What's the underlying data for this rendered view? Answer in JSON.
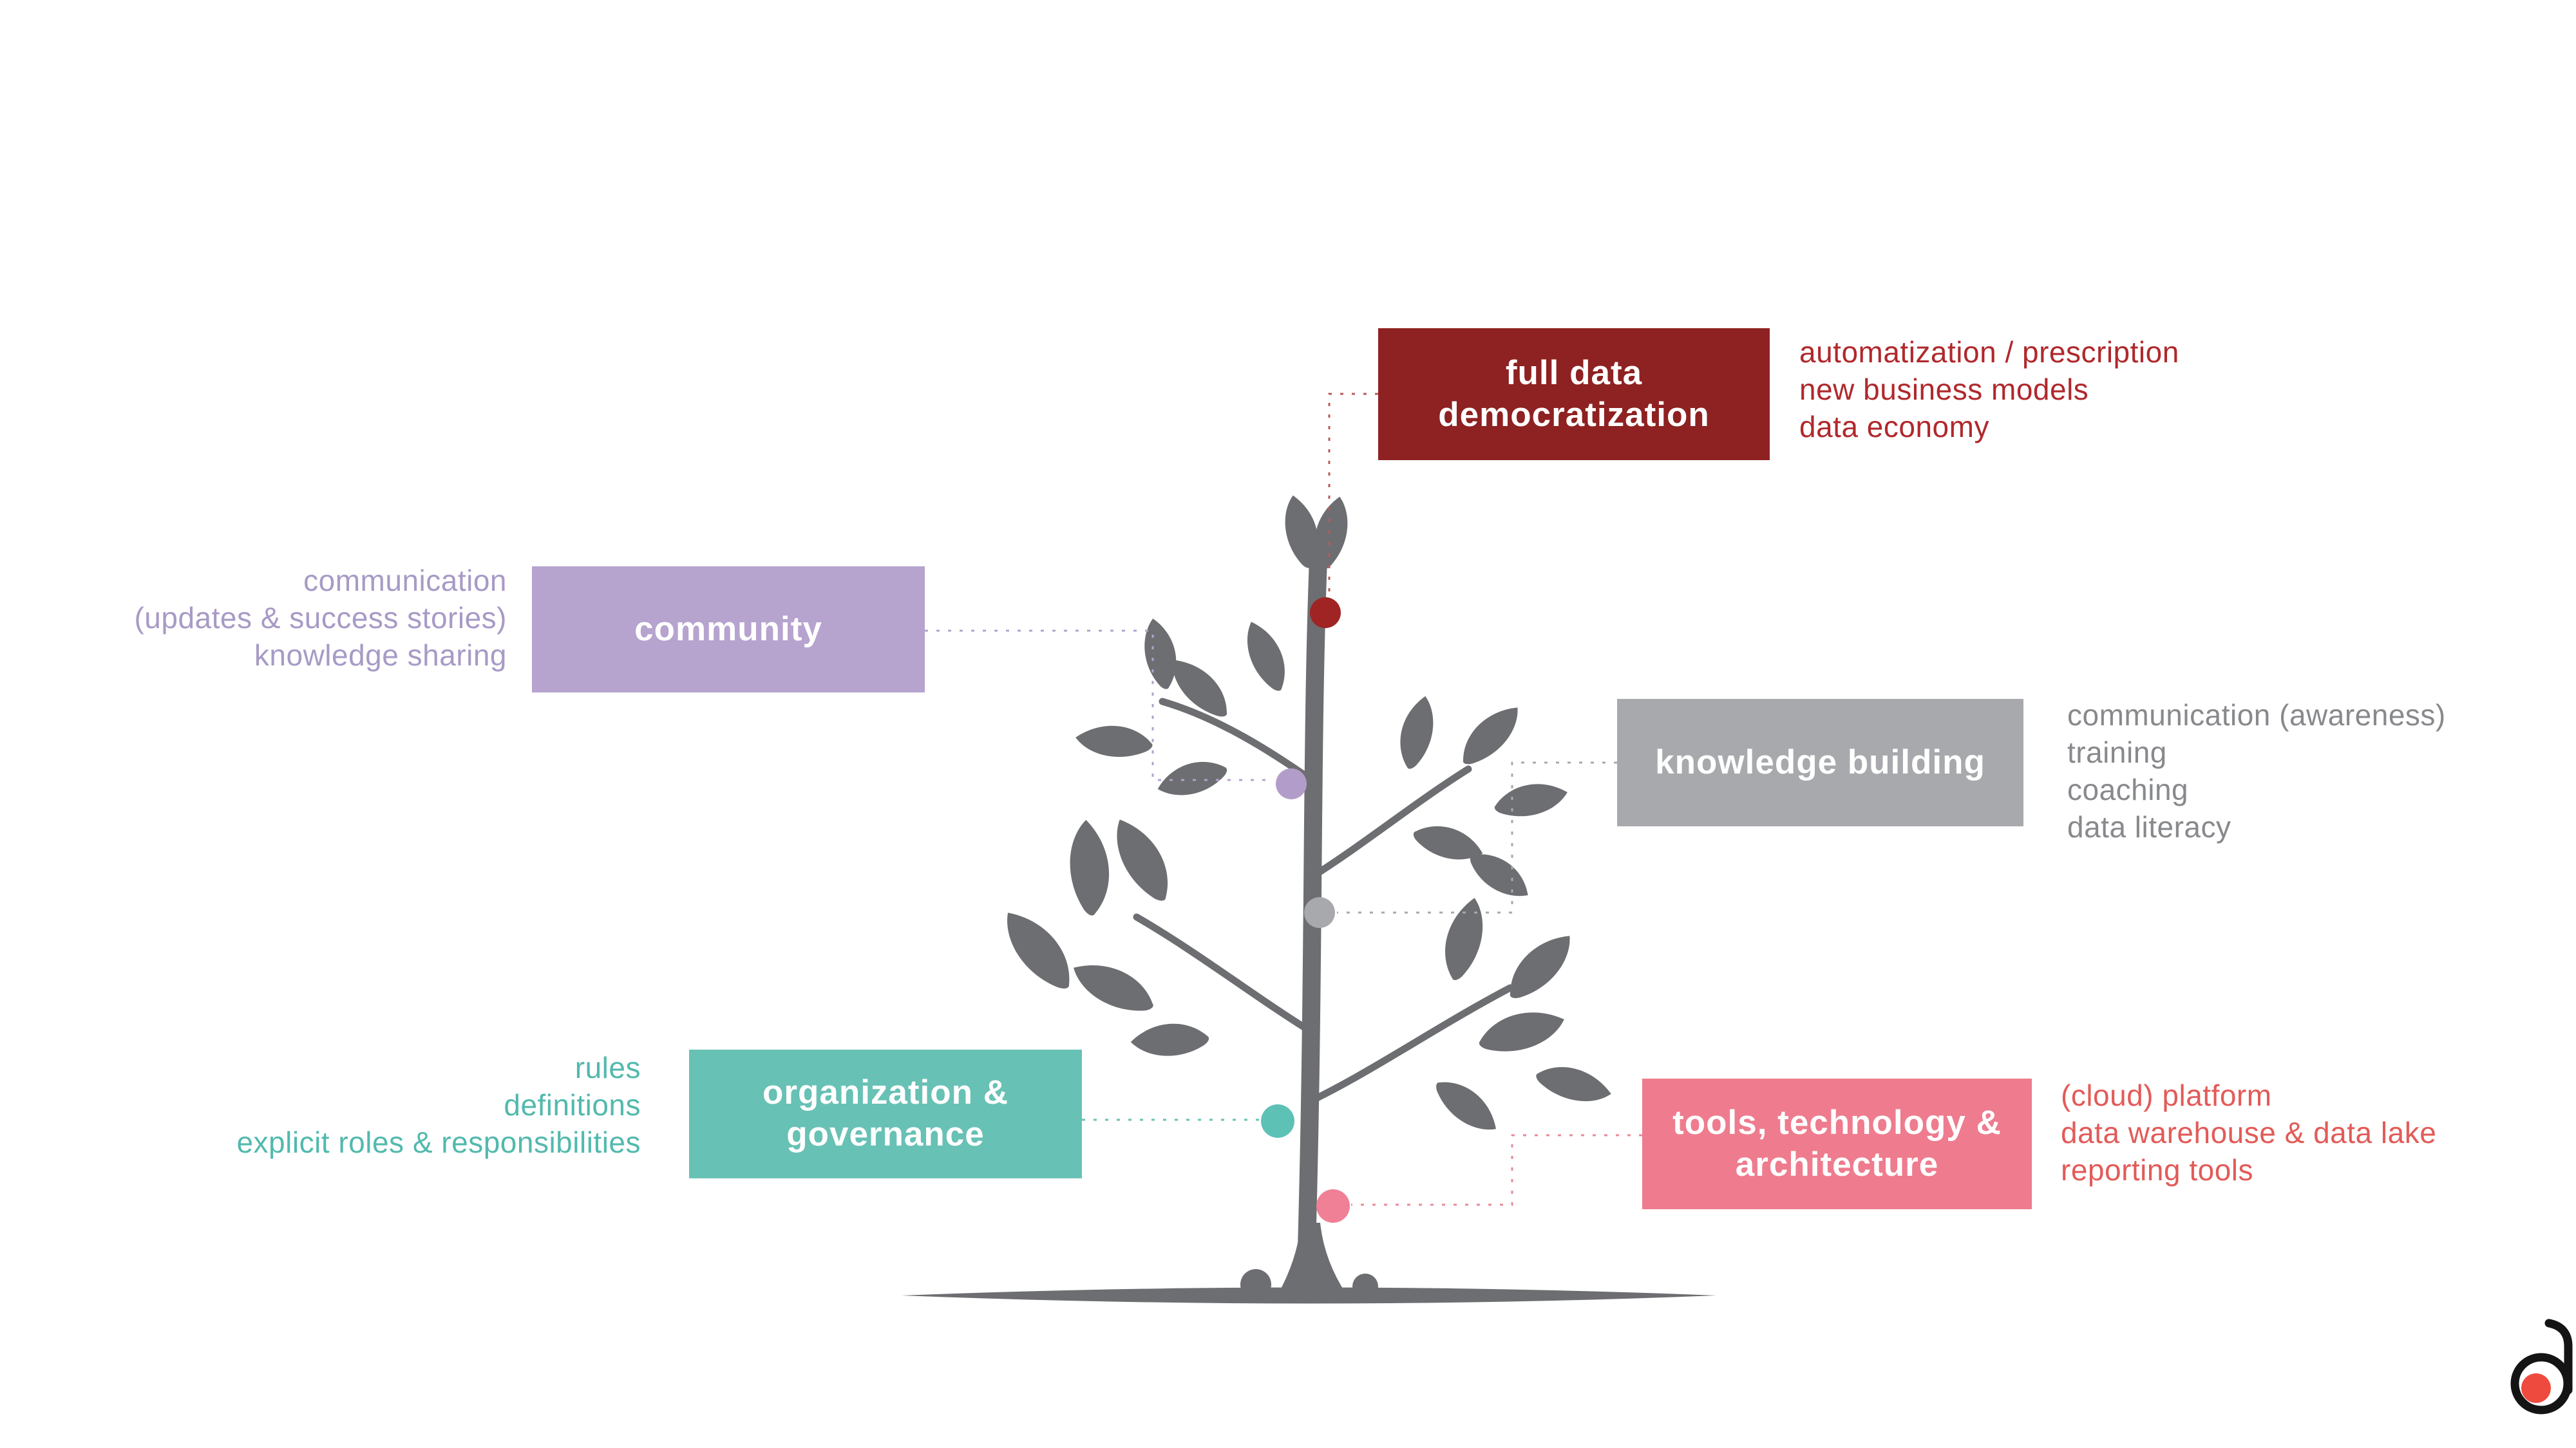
{
  "nodes": {
    "full_data": {
      "label": "full data democratization",
      "details": [
        "automatization / prescription",
        "new business models",
        "data economy"
      ]
    },
    "community": {
      "label": "community",
      "details": [
        "communication",
        "(updates & success stories)",
        "knowledge sharing"
      ]
    },
    "knowledge": {
      "label": "knowledge building",
      "details": [
        "communication (awareness)",
        "training",
        "coaching",
        "data literacy"
      ]
    },
    "organization": {
      "label": "organization & governance",
      "details": [
        "rules",
        "definitions",
        "explicit roles & responsibilities"
      ]
    },
    "tools": {
      "label": "tools, technology & architecture",
      "details": [
        "(cloud) platform",
        "data warehouse & data lake",
        "reporting tools"
      ]
    }
  },
  "colors": {
    "full_data_box": "#8e2121",
    "full_data_accent": "#b0282c",
    "community_box": "#b6a3ce",
    "community_accent": "#a89ac6",
    "knowledge_box": "#a7a9ac",
    "knowledge_accent": "#87898c",
    "organization_box": "#68c1b5",
    "organization_accent": "#52b9ad",
    "tools_box": "#ee7c8e",
    "tools_accent": "#e25b58",
    "tree": "#6d6e71",
    "logo_red": "#ee4b3e"
  },
  "logo": {
    "mark": "d"
  }
}
